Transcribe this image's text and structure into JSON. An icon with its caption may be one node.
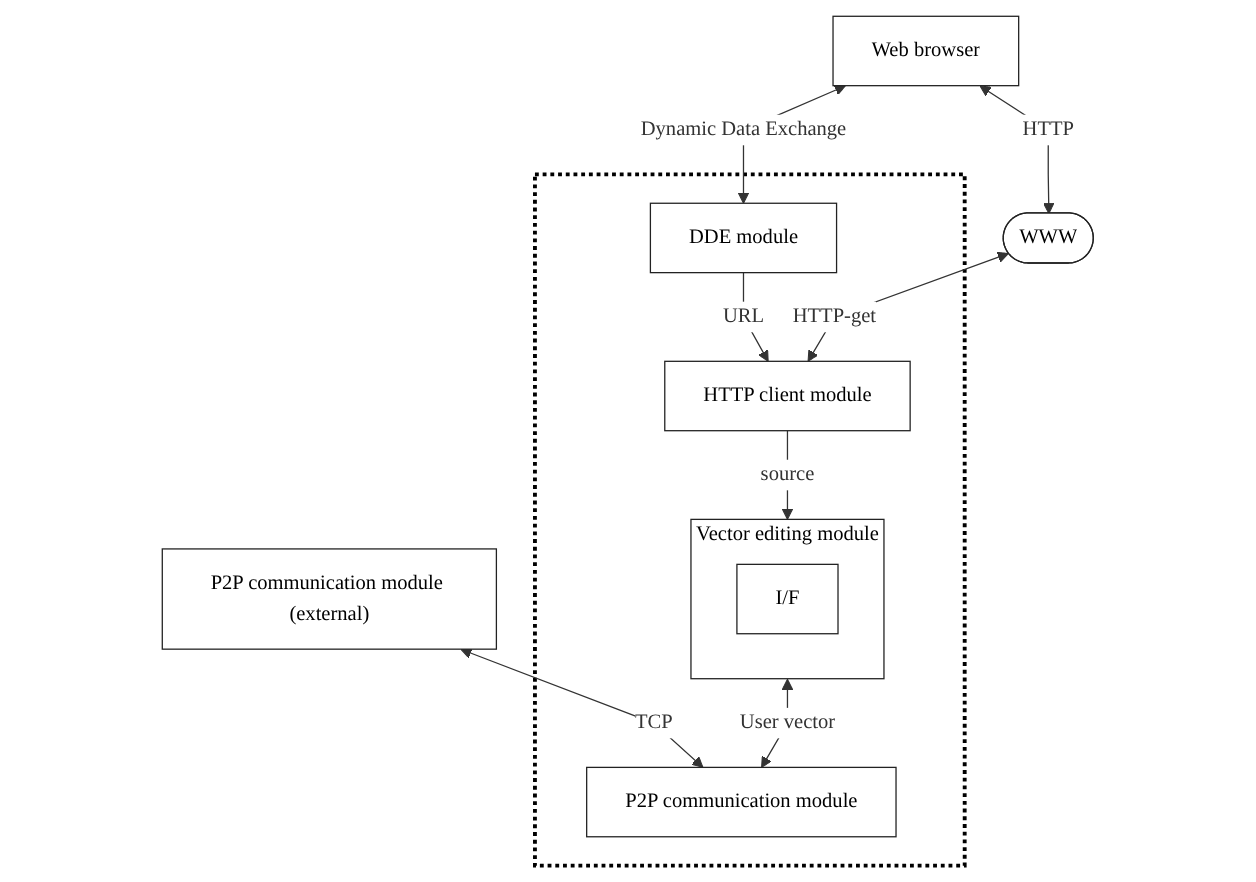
{
  "diagram": {
    "nodes": [
      {
        "text": [
          "Web browser"
        ]
      },
      {
        "text": [],
        "shape": "box"
      },
      {
        "text": [
          "DDE module"
        ],
        "in": 1
      },
      {
        "text": [
          "HTTP client module"
        ],
        "in": 1
      },
      {
        "text": [
          "Vector editing module"
        ],
        "in": 1
      },
      {
        "text": [
          "I/F"
        ],
        "in": 4
      },
      {
        "text": [
          "WWW"
        ]
      },
      {
        "text": [
          "P2P communication module (external)"
        ]
      },
      {
        "text": [
          "P2P communication module"
        ],
        "in": 1
      }
    ],
    "edges": [
      {
        "from": 0,
        "to": 2,
        "arrow": "both",
        "label": "Dynamic Data Exchange"
      },
      {
        "from": 2,
        "to": 3,
        "arrow": "to",
        "label": "URL"
      },
      {
        "from": 3,
        "to": 4,
        "arrow": "to",
        "label": "source"
      },
      {
        "from": 0,
        "to": 6,
        "arrow": "both",
        "label": "HTTP"
      },
      {
        "from": 6,
        "to": 3,
        "arrow": "both",
        "label": "HTTP-get"
      },
      {
        "from": 4,
        "to": 8,
        "arrow": "both",
        "label": "User vector"
      },
      {
        "from": 7,
        "to": 8,
        "arrow": "both",
        "label": "TCP"
      }
    ]
  }
}
